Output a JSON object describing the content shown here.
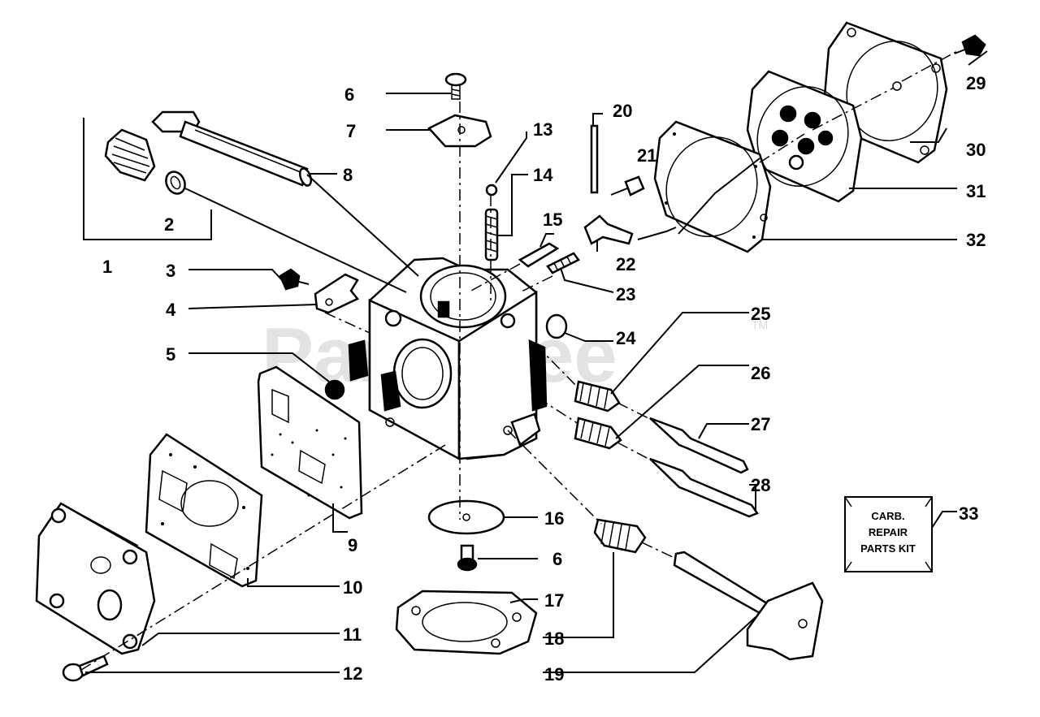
{
  "watermark": {
    "text": "PartsTree",
    "trademark": "TM"
  },
  "callouts": [
    {
      "id": "1",
      "text": "1"
    },
    {
      "id": "2",
      "text": "2"
    },
    {
      "id": "3",
      "text": "3"
    },
    {
      "id": "4",
      "text": "4"
    },
    {
      "id": "5",
      "text": "5"
    },
    {
      "id": "6a",
      "text": "6"
    },
    {
      "id": "6b",
      "text": "6"
    },
    {
      "id": "7",
      "text": "7"
    },
    {
      "id": "8",
      "text": "8"
    },
    {
      "id": "9",
      "text": "9"
    },
    {
      "id": "10",
      "text": "10"
    },
    {
      "id": "11",
      "text": "11"
    },
    {
      "id": "12",
      "text": "12"
    },
    {
      "id": "13",
      "text": "13"
    },
    {
      "id": "14",
      "text": "14"
    },
    {
      "id": "15",
      "text": "15"
    },
    {
      "id": "16",
      "text": "16"
    },
    {
      "id": "17",
      "text": "17"
    },
    {
      "id": "18",
      "text": "18"
    },
    {
      "id": "19",
      "text": "19"
    },
    {
      "id": "20",
      "text": "20"
    },
    {
      "id": "21",
      "text": "21"
    },
    {
      "id": "22",
      "text": "22"
    },
    {
      "id": "23",
      "text": "23"
    },
    {
      "id": "24",
      "text": "24"
    },
    {
      "id": "25",
      "text": "25"
    },
    {
      "id": "26",
      "text": "26"
    },
    {
      "id": "27",
      "text": "27"
    },
    {
      "id": "28",
      "text": "28"
    },
    {
      "id": "29",
      "text": "29"
    },
    {
      "id": "30",
      "text": "30"
    },
    {
      "id": "31",
      "text": "31"
    },
    {
      "id": "32",
      "text": "32"
    },
    {
      "id": "33",
      "text": "33"
    }
  ],
  "repair_kit": {
    "line1": "CARB.",
    "line2": "REPAIR",
    "line3": "PARTS KIT"
  }
}
